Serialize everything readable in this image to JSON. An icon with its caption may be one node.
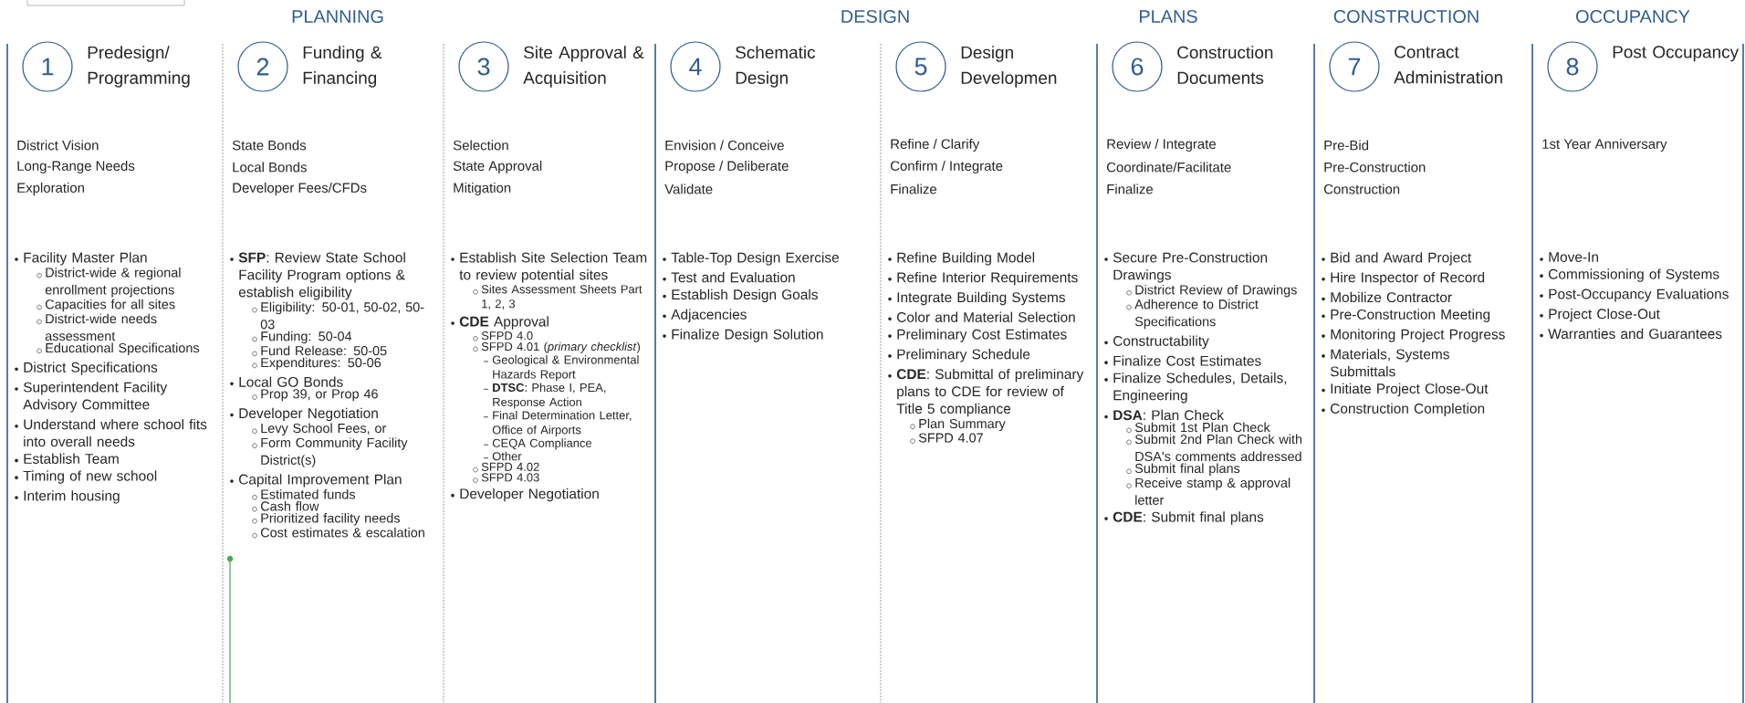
{
  "diagram": {
    "nodes": [
      {
        "text": [
          "1"
        ],
        "beside": [
          "Predesign/ Programming"
        ]
      },
      {
        "text": [
          "2"
        ],
        "beside": [
          "Funding & Financing"
        ]
      },
      {
        "text": [
          "3"
        ],
        "beside": [
          "Site Approval & Acquisition"
        ]
      },
      {
        "text": [
          "4"
        ],
        "beside": [
          "Schematic Design"
        ]
      },
      {
        "text": [
          "5"
        ],
        "beside": [
          "Design Developmen"
        ]
      },
      {
        "text": [
          "6"
        ],
        "beside": [
          "Construction Documents"
        ]
      },
      {
        "text": [
          "7"
        ],
        "beside": [
          "Contract Administration"
        ]
      },
      {
        "text": [
          "8"
        ],
        "beside": [
          "Post Occupancy"
        ]
      }
    ],
    "labels": [
      "PLANNING",
      "DESIGN",
      "PLANS",
      "CONSTRUCTION",
      "OCCUPANCY",
      "District Vision",
      "Long-Range Needs",
      "Exploration",
      "Facility Master Plan",
      "District-wide & regional enrollment projections",
      "Capacities for all sites",
      "District-wide needs assessment",
      "Educational Specifications",
      "District Specifications",
      "Superintendent Facility Advisory Committee",
      "Understand where school fits into overall needs",
      "Establish Team",
      "Timing of new school",
      "Interim housing",
      "State Bonds",
      "Local Bonds",
      "Developer Fees/CFDs",
      "**SFP**: Review State School Facility Program options & establish eligibility",
      "Eligibility: 50-01, 50-02, 50-03",
      "Funding: 50-04",
      "Fund Release: 50-05",
      "Expenditures: 50-06",
      "Local GO Bonds",
      "Prop 39, or Prop 46",
      "Developer Negotiation",
      "Levy School Fees, or",
      "Form Community Facility District(s)",
      "Capital Improvement Plan",
      "Estimated funds",
      "Cash flow",
      "Prioritized facility needs",
      "Cost estimates & escalation",
      "Selection",
      "State Approval",
      "Mitigation",
      "Establish Site Selection Team to review potential sites",
      "Sites Assessment Sheets Part 1, 2, 3",
      "**CDE** Approval",
      "SFPD 4.0",
      "SFPD 4.01 (*primary checklist*)",
      "Geological & Environmental Hazards Report",
      "**DTSC**: Phase I, PEA, Response Action",
      "Final Determination Letter, Office of Airports",
      "CEQA Compliance",
      "Other",
      "SFPD 4.02",
      "SFPD 4.03",
      "Developer Negotiation",
      "Envision / Conceive",
      "Propose / Deliberate",
      "Validate",
      "Table-Top Design Exercise",
      "Test and Evaluation",
      "Establish Design Goals",
      "Adjacencies",
      "Finalize Design Solution",
      "Refine / Clarify",
      "Confirm / Integrate",
      "Finalize",
      "Refine Building Model",
      "Refine Interior Requirements",
      "Integrate Building Systems",
      "Color and Material Selection",
      "Preliminary Cost Estimates",
      "Preliminary Schedule",
      "**CDE**: Submittal of preliminary plans to CDE for review of Title 5 compliance",
      "Plan Summary",
      "SFPD 4.07",
      "Review / Integrate",
      "Coordinate/Facilitate",
      "Finalize",
      "Secure Pre-Construction Drawings",
      "District Review of Drawings",
      "Adherence to District Specifications",
      "Constructability",
      "Finalize Cost Estimates",
      "Finalize Schedules, Details, Engineering",
      "**DSA**: Plan Check",
      "Submit 1st Plan Check",
      "Submit 2nd Plan Check with DSA's comments addressed",
      "Submit final plans",
      "Receive stamp & approval letter",
      "**CDE**: Submit final plans",
      "Pre-Bid",
      "Pre-Construction",
      "Construction",
      "Bid and Award Project",
      "Hire Inspector of Record",
      "Mobilize Contractor",
      "Pre-Construction Meeting",
      "Monitoring Project Progress",
      "Materials, Systems Submittals",
      "Initiate Project Close-Out",
      "Construction Completion",
      "1st Year Anniversary",
      "Move-In",
      "Commissioning of Systems",
      "Post-Occupancy Evaluations",
      "Project Close-Out",
      "Warranties and Guarantees"
    ]
  }
}
